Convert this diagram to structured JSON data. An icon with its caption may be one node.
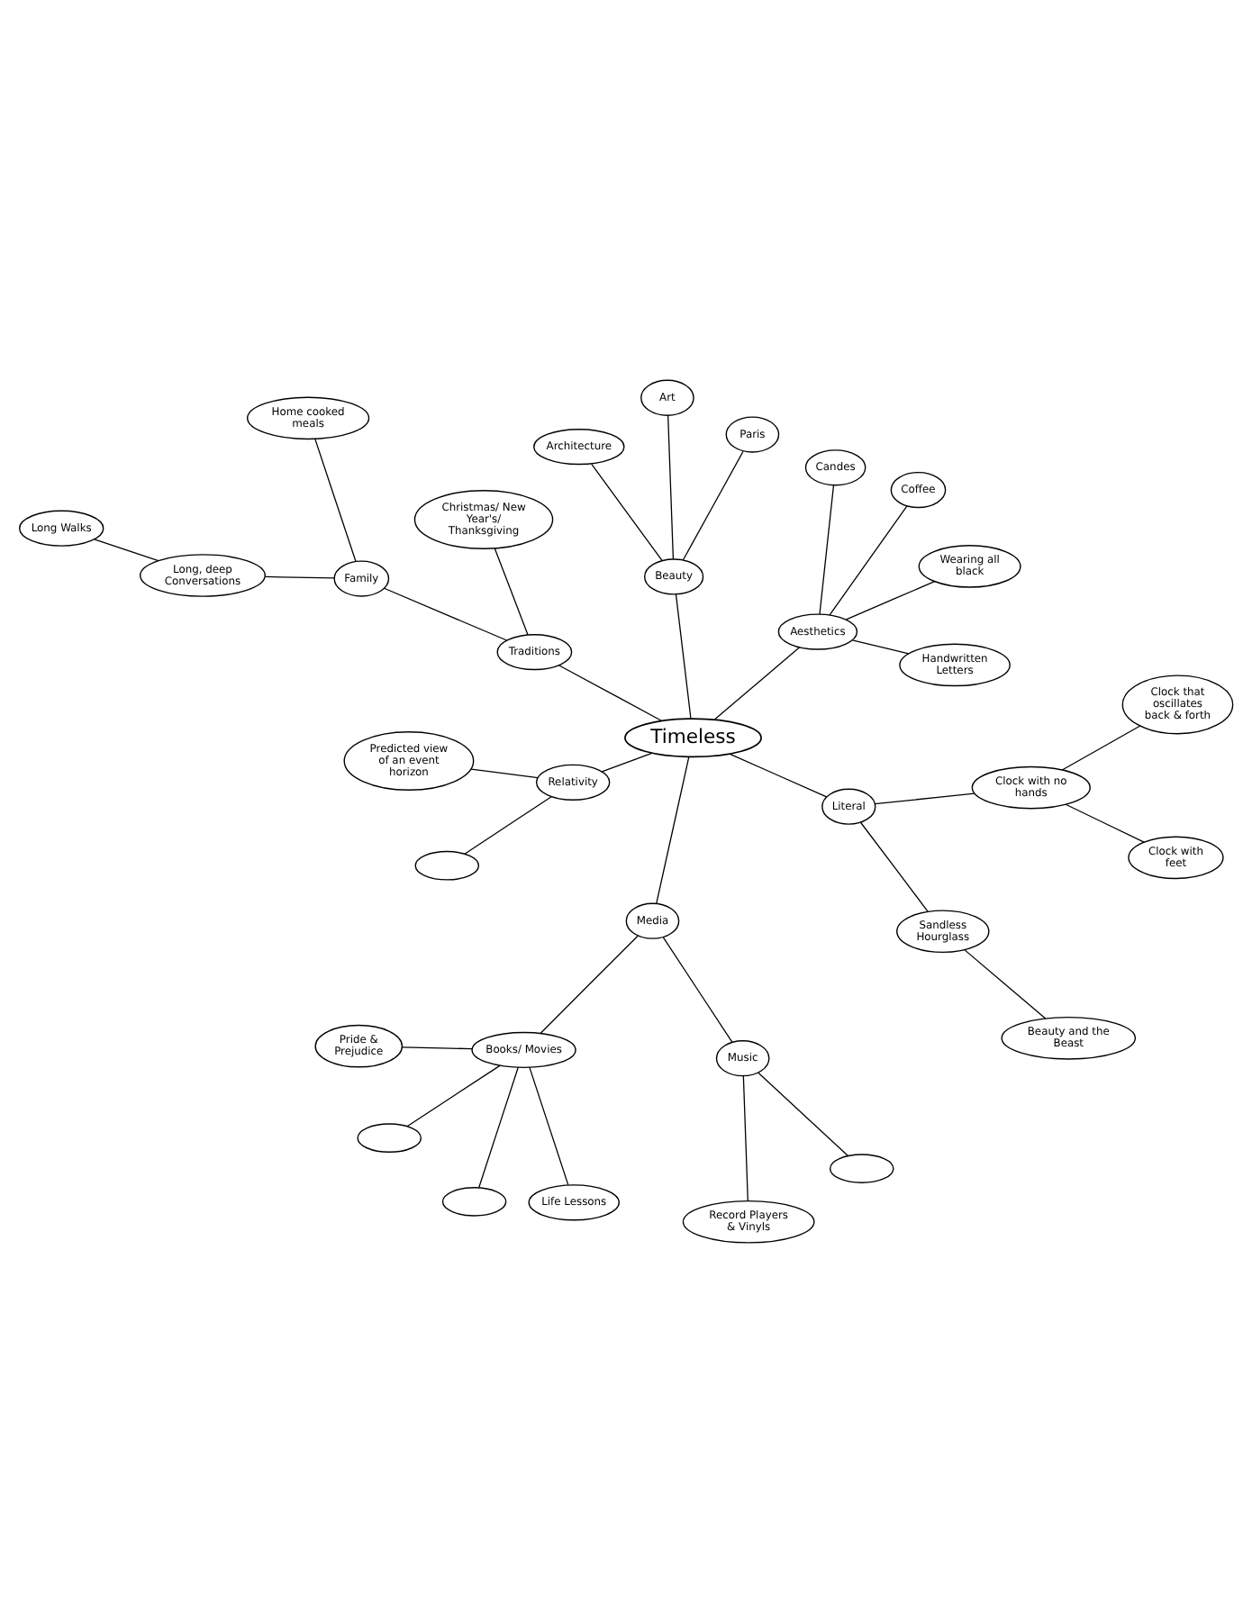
{
  "diagram": {
    "nodes": [
      {
        "text": [
          "Sandless Hourglass"
        ]
      },
      {
        "text": [
          "Beauty and the Beast"
        ]
      },
      {
        "text": [],
        "shape": "ellipse"
      },
      {
        "text": [
          "Predicted view of an event horizon"
        ]
      },
      {
        "text": [
          "Life Lessons"
        ]
      },
      {
        "text": [],
        "shape": "ellipse"
      },
      {
        "text": [
          "Clock with feet"
        ]
      },
      {
        "text": [
          "Clock that oscillates back & forth"
        ]
      },
      {
        "text": [
          "Relativity"
        ]
      },
      {
        "text": [
          "Books/ Movies"
        ]
      },
      {
        "text": [],
        "shape": "ellipse"
      },
      {
        "text": [
          "Pride & Prejudice"
        ]
      },
      {
        "text": [
          "Media"
        ]
      },
      {
        "text": [
          "Clock with no hands"
        ]
      },
      {
        "text": [
          "Literal"
        ]
      },
      {
        "text": [
          "Music"
        ]
      },
      {
        "text": [],
        "shape": "ellipse"
      },
      {
        "text": [
          "Timeless"
        ]
      },
      {
        "text": [
          "Record Players & Vinyls"
        ]
      },
      {
        "text": [
          "Architecture"
        ]
      },
      {
        "text": [
          "Traditions"
        ]
      },
      {
        "text": [
          "Family"
        ]
      },
      {
        "text": [
          "Beauty"
        ]
      },
      {
        "text": [
          "Aesthetics"
        ]
      },
      {
        "text": [
          "Christmas/ New Year's/ Thanksgiving"
        ]
      },
      {
        "text": [
          "Paris"
        ]
      },
      {
        "text": [
          "Art"
        ]
      },
      {
        "text": [
          "Candes"
        ]
      },
      {
        "text": [
          "Handwritten Letters"
        ]
      },
      {
        "text": [
          "Wearing all black"
        ]
      },
      {
        "text": [
          "Coffee"
        ]
      },
      {
        "text": [
          "Home cooked meals"
        ]
      },
      {
        "text": [
          "Long, deep Conversations"
        ]
      },
      {
        "text": [
          "Long Walks"
        ]
      }
    ],
    "edges": [
      {
        "from": 17,
        "to": 14,
        "arrow": "none"
      },
      {
        "from": 17,
        "to": 8,
        "arrow": "none"
      },
      {
        "from": 17,
        "to": 12,
        "arrow": "none"
      },
      {
        "from": 17,
        "to": 22,
        "arrow": "none"
      },
      {
        "from": 17,
        "to": 23,
        "arrow": "none"
      },
      {
        "from": 17,
        "to": 20,
        "arrow": "none"
      },
      {
        "from": 14,
        "to": 0,
        "arrow": "none"
      },
      {
        "from": 0,
        "to": 1,
        "arrow": "none"
      },
      {
        "from": 14,
        "to": 13,
        "arrow": "none"
      },
      {
        "from": 13,
        "to": 6,
        "arrow": "none"
      },
      {
        "from": 13,
        "to": 7,
        "arrow": "none"
      },
      {
        "from": 8,
        "to": 2,
        "arrow": "none"
      },
      {
        "from": 8,
        "to": 3,
        "arrow": "none"
      },
      {
        "from": 12,
        "to": 9,
        "arrow": "none"
      },
      {
        "from": 12,
        "to": 15,
        "arrow": "none"
      },
      {
        "from": 9,
        "to": 4,
        "arrow": "none"
      },
      {
        "from": 9,
        "to": 5,
        "arrow": "none"
      },
      {
        "from": 9,
        "to": 10,
        "arrow": "none"
      },
      {
        "from": 9,
        "to": 11,
        "arrow": "none"
      },
      {
        "from": 15,
        "to": 16,
        "arrow": "none"
      },
      {
        "from": 15,
        "to": 18,
        "arrow": "none"
      },
      {
        "from": 22,
        "to": 19,
        "arrow": "none"
      },
      {
        "from": 22,
        "to": 25,
        "arrow": "none"
      },
      {
        "from": 22,
        "to": 26,
        "arrow": "none"
      },
      {
        "from": 23,
        "to": 30,
        "arrow": "none"
      },
      {
        "from": 23,
        "to": 28,
        "arrow": "none"
      },
      {
        "from": 23,
        "to": 29,
        "arrow": "none"
      },
      {
        "from": 23,
        "to": 27,
        "arrow": "none"
      },
      {
        "from": 20,
        "to": 21,
        "arrow": "none"
      },
      {
        "from": 20,
        "to": 24,
        "arrow": "none"
      },
      {
        "from": 21,
        "to": 31,
        "arrow": "none"
      },
      {
        "from": 21,
        "to": 32,
        "arrow": "none"
      },
      {
        "from": 32,
        "to": 33,
        "arrow": "none"
      }
    ]
  }
}
